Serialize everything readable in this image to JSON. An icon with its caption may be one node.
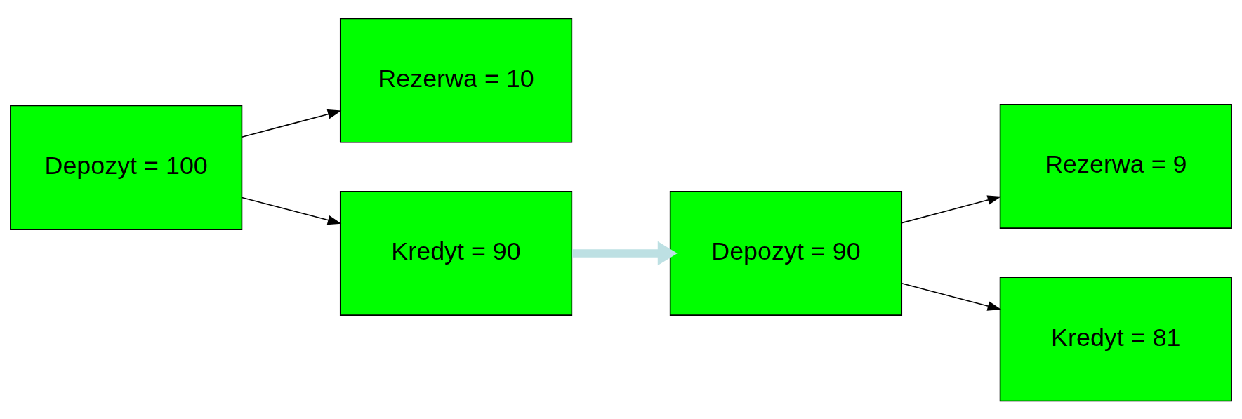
{
  "diagram": {
    "nodes": [
      {
        "text": [
          "Depozyt = 100"
        ]
      },
      {
        "text": [
          "Rezerwa = 10"
        ]
      },
      {
        "text": [
          "Kredyt = 90"
        ]
      },
      {
        "text": [
          "Depozyt = 90"
        ]
      },
      {
        "text": [
          "Rezerwa = 9"
        ]
      },
      {
        "text": [
          "Kredyt = 81"
        ]
      }
    ],
    "edges": [
      {
        "from": 0,
        "to": 1,
        "arrow": "to"
      },
      {
        "from": 0,
        "to": 2,
        "arrow": "to"
      },
      {
        "from": 2,
        "to": 3,
        "arrow": "to",
        "style": "thick",
        "color": "#bde0e3"
      },
      {
        "from": 3,
        "to": 4,
        "arrow": "to"
      },
      {
        "from": 3,
        "to": 5,
        "arrow": "to"
      }
    ]
  }
}
